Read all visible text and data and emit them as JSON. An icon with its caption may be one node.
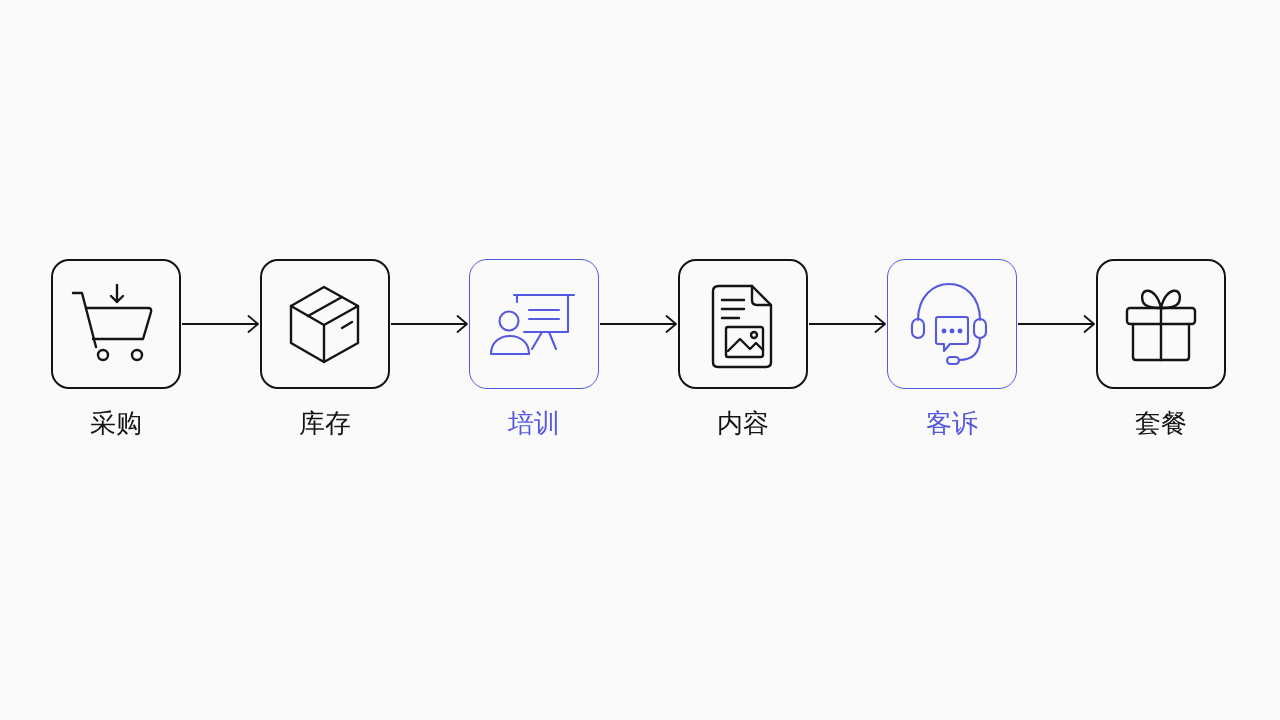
{
  "diagram": {
    "nodes": [
      {
        "text": [
          "采购"
        ]
      },
      {
        "text": [
          "库存"
        ]
      },
      {
        "text": [
          "培训"
        ]
      },
      {
        "text": [
          "内容"
        ]
      },
      {
        "text": [
          "客诉"
        ]
      },
      {
        "text": [
          "套餐"
        ]
      }
    ],
    "edges": [
      {
        "from": 0,
        "to": 1,
        "arrow": "to"
      },
      {
        "from": 1,
        "to": 2,
        "arrow": "to"
      },
      {
        "from": 2,
        "to": 3,
        "arrow": "to"
      },
      {
        "from": 3,
        "to": 4,
        "arrow": "to"
      },
      {
        "from": 4,
        "to": 5,
        "arrow": "to"
      }
    ]
  }
}
